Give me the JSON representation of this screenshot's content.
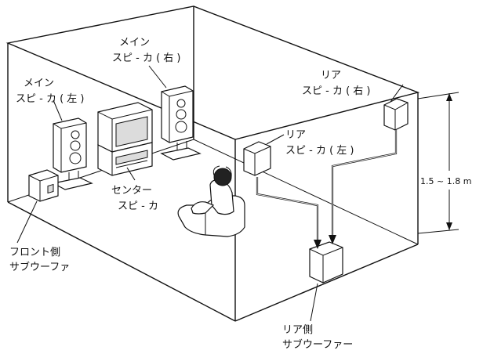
{
  "labels": {
    "main_right": [
      "メイン",
      "スピ - カ ( 右 )"
    ],
    "main_left": [
      "メイン",
      "スピ - カ ( 左 )"
    ],
    "rear_right": [
      "リア",
      "スピ - カ ( 右 )"
    ],
    "rear_left": [
      "リア",
      "スピ - カ ( 左 )"
    ],
    "center": [
      "センター",
      "スピ - カ"
    ],
    "front_sub": [
      "フロント側",
      "サブウーファ"
    ],
    "rear_sub": [
      "リア側",
      "サブウーファー"
    ],
    "height": "1.5 ~ 1.8 m"
  }
}
